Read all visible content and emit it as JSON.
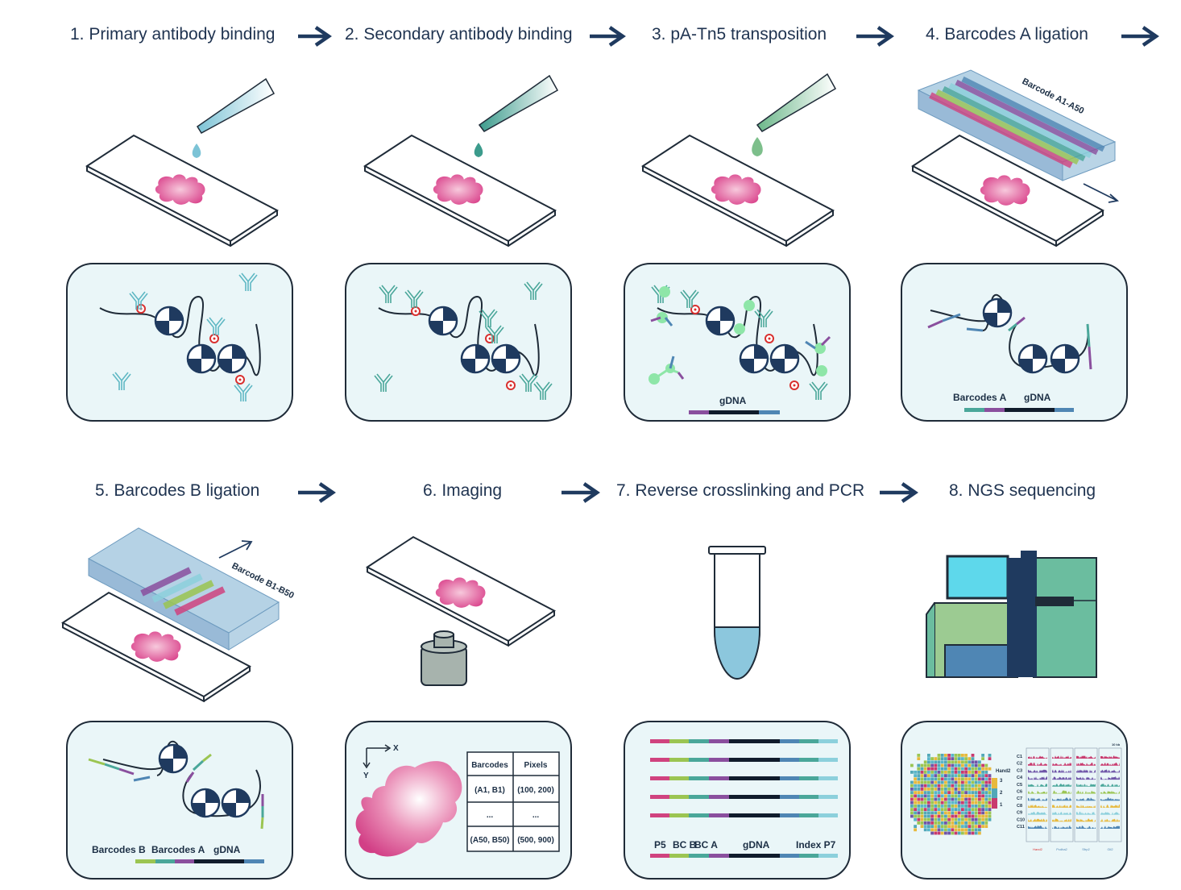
{
  "steps": [
    {
      "label": "1. Primary antibody binding"
    },
    {
      "label": "2. Secondary antibody binding"
    },
    {
      "label": "3. pA-Tn5 transposition"
    },
    {
      "label": "4. Barcodes A ligation"
    },
    {
      "label": "5. Barcodes B ligation"
    },
    {
      "label": "6. Imaging"
    },
    {
      "label": "7. Reverse crosslinking and PCR"
    },
    {
      "label": "8. NGS sequencing"
    }
  ],
  "panel3": {
    "gdna": "gDNA"
  },
  "panel4": {
    "barcodes_a": "Barcodes A",
    "gdna": "gDNA",
    "chip_label": "Barcode A1-A50"
  },
  "panel5": {
    "barcodes_b": "Barcodes B",
    "barcodes_a": "Barcodes A",
    "gdna": "gDNA",
    "chip_label": "Barcode B1-B50"
  },
  "panel6": {
    "axis_x": "X",
    "axis_y": "Y",
    "table": {
      "headers": [
        "Barcodes",
        "Pixels"
      ],
      "rows": [
        [
          "(A1, B1)",
          "(100, 200)"
        ],
        [
          "...",
          "..."
        ],
        [
          "(A50, B50)",
          "(500, 900)"
        ]
      ]
    }
  },
  "panel7": {
    "p5": "P5",
    "bcb": "BC B",
    "bca": "BC A",
    "gdna": "gDNA",
    "index_p7": "Index P7"
  },
  "panel8": {
    "heatmap_title": "Hand2",
    "scale": [
      "3",
      "2",
      "1"
    ],
    "clusters": [
      "C1",
      "C2",
      "C3",
      "C4",
      "C5",
      "C6",
      "C7",
      "C8",
      "C9",
      "C10",
      "C11"
    ],
    "genes": [
      "Hand2",
      "Pcdha2",
      "Sfrp2",
      "Gli2"
    ],
    "corner": "10 kb"
  },
  "colors": {
    "navy": "#1f3a5f",
    "panel_bg": "#eaf6f8",
    "magenta": "#d0437f",
    "purple": "#8a4f9e",
    "teal": "#4aa79a",
    "lime": "#9bc552",
    "blue": "#4f86b4",
    "cyan": "#8cd0dc"
  }
}
